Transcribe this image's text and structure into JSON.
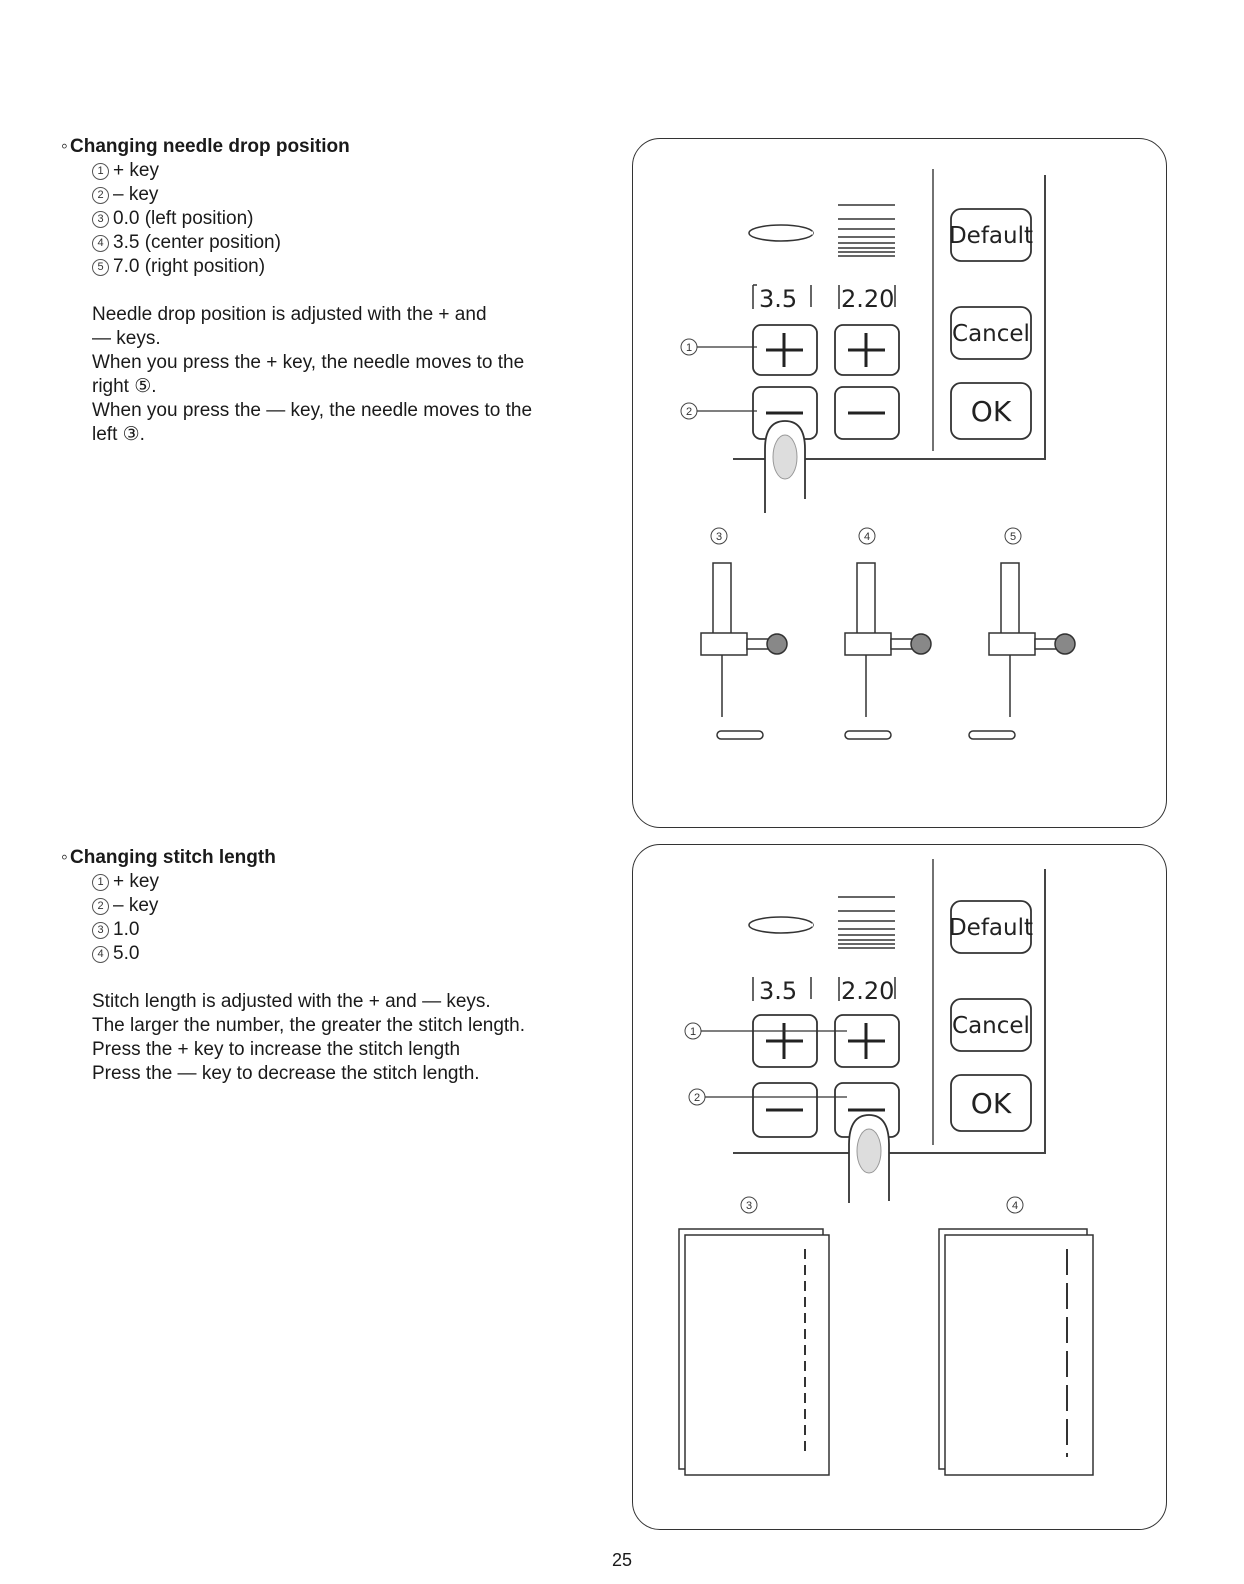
{
  "section1": {
    "title": "Changing needle drop position",
    "items": [
      {
        "num": "1",
        "text": "+ key"
      },
      {
        "num": "2",
        "text": "– key"
      },
      {
        "num": "3",
        "text": "0.0  (left position)"
      },
      {
        "num": "4",
        "text": "3.5  (center position)"
      },
      {
        "num": "5",
        "text": "7.0  (right position)"
      }
    ],
    "para": [
      "Needle drop position is adjusted with the  +  and",
      "  —  keys.",
      "When you press the  +  key, the needle moves to the",
      "right ⑤.",
      "When you press the  —  key, the needle moves to the",
      "left ③."
    ]
  },
  "section2": {
    "title": "Changing stitch length",
    "items": [
      {
        "num": "1",
        "text": "+ key"
      },
      {
        "num": "2",
        "text": "– key"
      },
      {
        "num": "3",
        "text": "1.0"
      },
      {
        "num": "4",
        "text": "5.0"
      }
    ],
    "para": [
      "Stitch length is adjusted with the  +  and  —  keys.",
      "The larger the number, the greater the stitch length.",
      "Press the  +  key to increase the stitch length",
      "Press the  —  key to decrease the stitch length."
    ]
  },
  "panel": {
    "width_value": "3.5",
    "length_value": "2.20",
    "default_label": "Default",
    "cancel_label": "Cancel",
    "ok_label": "OK",
    "callouts": [
      "1",
      "2",
      "3",
      "4",
      "5"
    ]
  },
  "page_number": "25"
}
